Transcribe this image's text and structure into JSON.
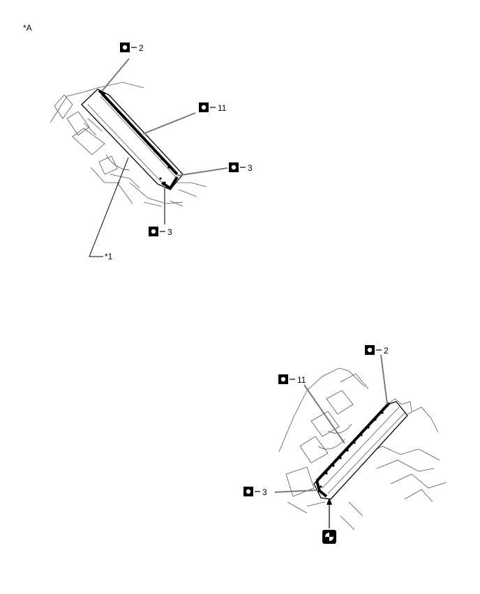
{
  "views": [
    {
      "view_label": "*A",
      "part_label": "*1",
      "callouts": [
        {
          "symbol": "clip-square-icon",
          "text": "2"
        },
        {
          "symbol": "clip-square-icon",
          "text": "11"
        },
        {
          "symbol": "clip-square-icon",
          "text": "3"
        },
        {
          "symbol": "clip-square-icon",
          "text": "3"
        }
      ]
    },
    {
      "callouts": [
        {
          "symbol": "clip-square-icon",
          "text": "2"
        },
        {
          "symbol": "clip-square-icon",
          "text": "11"
        },
        {
          "symbol": "clip-square-icon",
          "text": "3"
        }
      ],
      "bottom_symbol": "view-direction-icon"
    }
  ]
}
